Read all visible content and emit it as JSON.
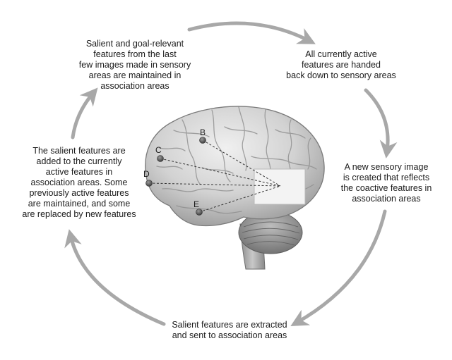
{
  "captions": {
    "top_left": "Salient and goal-relevant\nfeatures from the last\nfew images made in sensory\nareas are maintained in\nassociation areas",
    "top_right": "All currently active\nfeatures are handed\nback down to sensory areas",
    "right": "A new sensory image\nis created that reflects\nthe coactive features in\nassociation areas",
    "bottom": "Salient features are extracted\nand sent to association areas",
    "left": "The salient features are\nadded to the currently\nactive features in\nassociation areas. Some\npreviously active features\nare maintained, and some\nare replaced by new features"
  },
  "points": {
    "B": "B",
    "C": "C",
    "D": "D",
    "E": "E"
  },
  "colors": {
    "arrow": "#a8a8a8",
    "brain_light": "#e6e6e6",
    "brain_mid": "#c4c4c4",
    "brain_dark": "#8c8c8c",
    "point": "#555555",
    "image_box": "#f2f2f2"
  },
  "icons": {
    "cycle_arrows": "curved-arrow-icon",
    "brain": "brain-illustration"
  }
}
